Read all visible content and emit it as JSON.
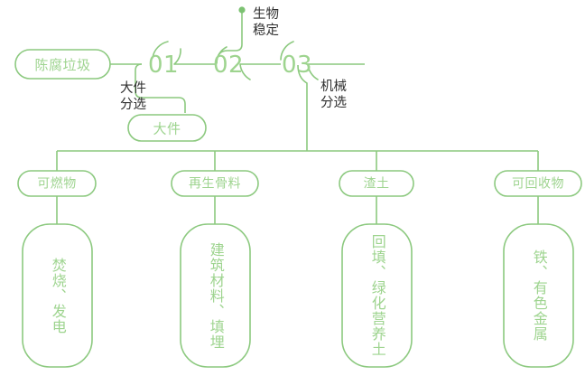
{
  "colors": {
    "stroke": "#8cc97f",
    "label_green": "#9ed48f",
    "dot": "#7cc272",
    "annotation_text": "#2f2f2f",
    "background": "#ffffff"
  },
  "source": {
    "label": "陈腐垃圾"
  },
  "stages": [
    {
      "number": "01",
      "annotation": "大件\n分选"
    },
    {
      "number": "02",
      "annotation": "生物\n稳定"
    },
    {
      "number": "03",
      "annotation": "机械\n分选"
    }
  ],
  "side_output": {
    "label": "大件"
  },
  "outputs": [
    {
      "pill": "可燃物",
      "detail": "焚烧、发电"
    },
    {
      "pill": "再生骨料",
      "detail": "建筑材料、填埋"
    },
    {
      "pill": "渣土",
      "detail": "回填、绿化营养土"
    },
    {
      "pill": "可回收物",
      "detail": "铁、有色金属"
    }
  ]
}
